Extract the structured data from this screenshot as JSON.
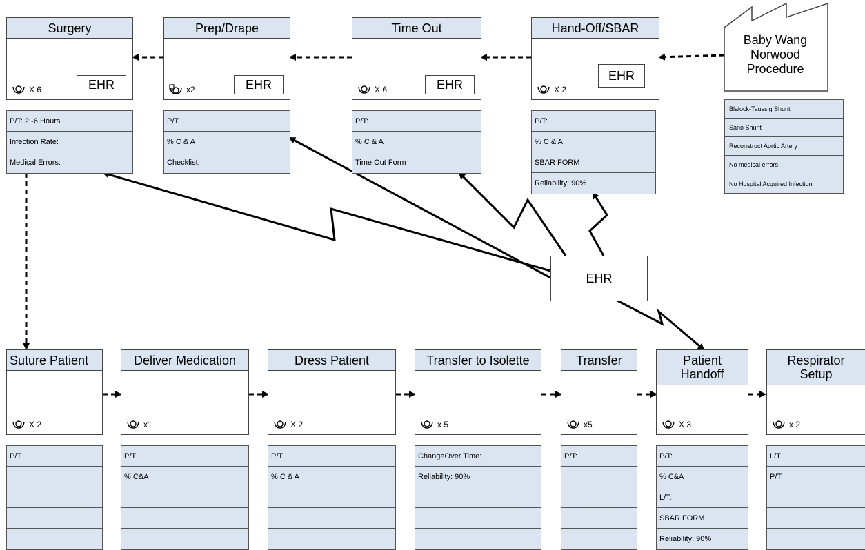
{
  "top_processes": [
    {
      "title": "Surgery",
      "operators": "X 6",
      "ehr": "EHR"
    },
    {
      "title": "Prep/Drape",
      "operators": "x2",
      "ehr": "EHR"
    },
    {
      "title": "Time Out",
      "operators": "X 6",
      "ehr": "EHR"
    },
    {
      "title": "Hand-Off/SBAR",
      "operators": "X 2",
      "ehr": "EHR"
    }
  ],
  "top_data_boxes": [
    [
      "P/T: 2 -6 Hours",
      "Infection Rate:",
      "Medical Errors:"
    ],
    [
      "P/T:",
      "% C & A",
      "Checklist:"
    ],
    [
      "P/T:",
      "% C & A",
      "Time Out Form"
    ],
    [
      "P/T:",
      "% C & A",
      "SBAR FORM",
      "Reliability: 90%"
    ]
  ],
  "supplier": {
    "line1": "Baby Wang",
    "line2": "Norwood",
    "line3": "Procedure"
  },
  "legend_items": [
    "Blalock-Taussig Shunt",
    "Sano Shunt",
    "Reconstruct Aortic Artery",
    "No medical errors",
    "No Hospital Acquired Infection"
  ],
  "ehr_center": "EHR",
  "bottom_processes": [
    {
      "title": "Suture Patient",
      "operators": "X 2"
    },
    {
      "title": "Deliver Medication",
      "operators": "x1"
    },
    {
      "title": "Dress Patient",
      "operators": "X 2"
    },
    {
      "title": "Transfer to Isolette",
      "operators": "x 5"
    },
    {
      "title": "Transfer",
      "operators": "x5"
    },
    {
      "title_line1": "Patient",
      "title_line2": "Handoff",
      "operators": "X 3"
    },
    {
      "title_line1": "Respirator",
      "title_line2": "Setup",
      "operators": "x 2"
    }
  ],
  "bottom_data_boxes": [
    [
      "P/T",
      "",
      "",
      "",
      ""
    ],
    [
      "P/T",
      "% C&A",
      "",
      "",
      ""
    ],
    [
      "P/T",
      "% C & A",
      "",
      "",
      ""
    ],
    [
      "ChangeOver Time:",
      "Reliability: 90%",
      "",
      "",
      ""
    ],
    [
      "P/T:",
      "",
      "",
      "",
      ""
    ],
    [
      "P/T:",
      "% C&A",
      "L/T:",
      "SBAR FORM",
      "Reliability: 90%"
    ],
    [
      "L/T",
      "P/T",
      "",
      "",
      ""
    ]
  ]
}
